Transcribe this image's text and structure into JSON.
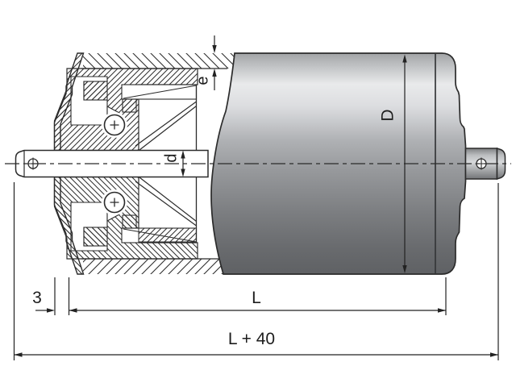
{
  "drawing": {
    "dim_labels": {
      "shell_wall_thickness": "e",
      "shaft_diameter": "d",
      "roller_diameter": "D",
      "housing_protrusion": "3",
      "shell_length": "L",
      "overall_length": "L + 40"
    },
    "colors": {
      "background": "#ffffff",
      "line": "#2b2b2b",
      "shell_highlight": "#e9eaeb",
      "shell_mid": "#97999c",
      "shell_dark": "#5f6164"
    }
  }
}
